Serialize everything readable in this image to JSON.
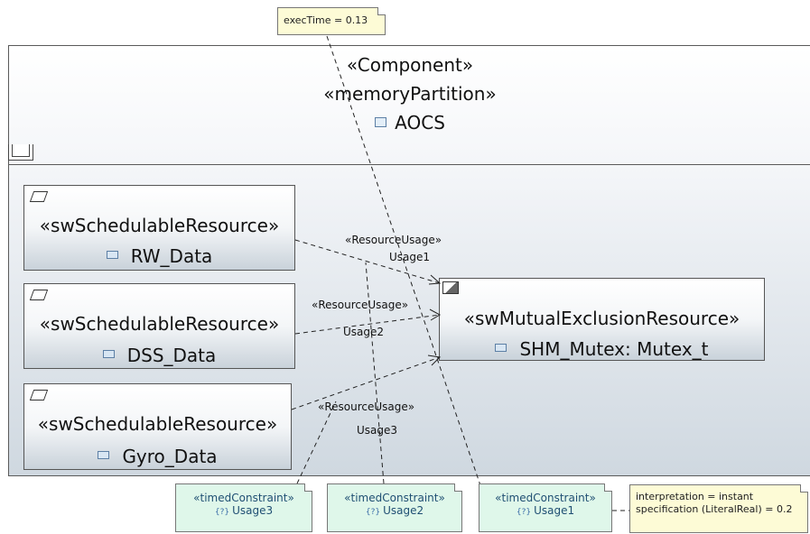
{
  "component": {
    "stereotypes": [
      "«Component»",
      "«memoryPartition»"
    ],
    "name": "AOCS",
    "icon": "component-icon"
  },
  "resources": [
    {
      "stereotype": "«swSchedulableResource»",
      "name": "RW_Data",
      "icon": "property-icon"
    },
    {
      "stereotype": "«swSchedulableResource»",
      "name": "DSS_Data",
      "icon": "property-icon"
    },
    {
      "stereotype": "«swSchedulableResource»",
      "name": "Gyro_Data",
      "icon": "property-icon"
    }
  ],
  "mutex": {
    "stereotype": "«swMutualExclusionResource»",
    "name": "SHM_Mutex: Mutex_t",
    "icon": "property-icon"
  },
  "usages": [
    {
      "stereotype": "«ResourceUsage»",
      "name": "Usage1"
    },
    {
      "stereotype": "«ResourceUsage»",
      "name": "Usage2"
    },
    {
      "stereotype": "«ResourceUsage»",
      "name": "Usage3"
    }
  ],
  "notes": {
    "exec_time": "execTime = 0.13",
    "interpretation": "interpretation = instant",
    "specification": "specification (LiteralReal) = 0.2"
  },
  "timed_constraints": [
    {
      "stereotype": "«timedConstraint»",
      "name": "Usage3",
      "icon": "constraint-icon",
      "icon_glyph": "{?}"
    },
    {
      "stereotype": "«timedConstraint»",
      "name": "Usage2",
      "icon": "constraint-icon",
      "icon_glyph": "{?}"
    },
    {
      "stereotype": "«timedConstraint»",
      "name": "Usage1",
      "icon": "constraint-icon",
      "icon_glyph": "{?}"
    }
  ]
}
